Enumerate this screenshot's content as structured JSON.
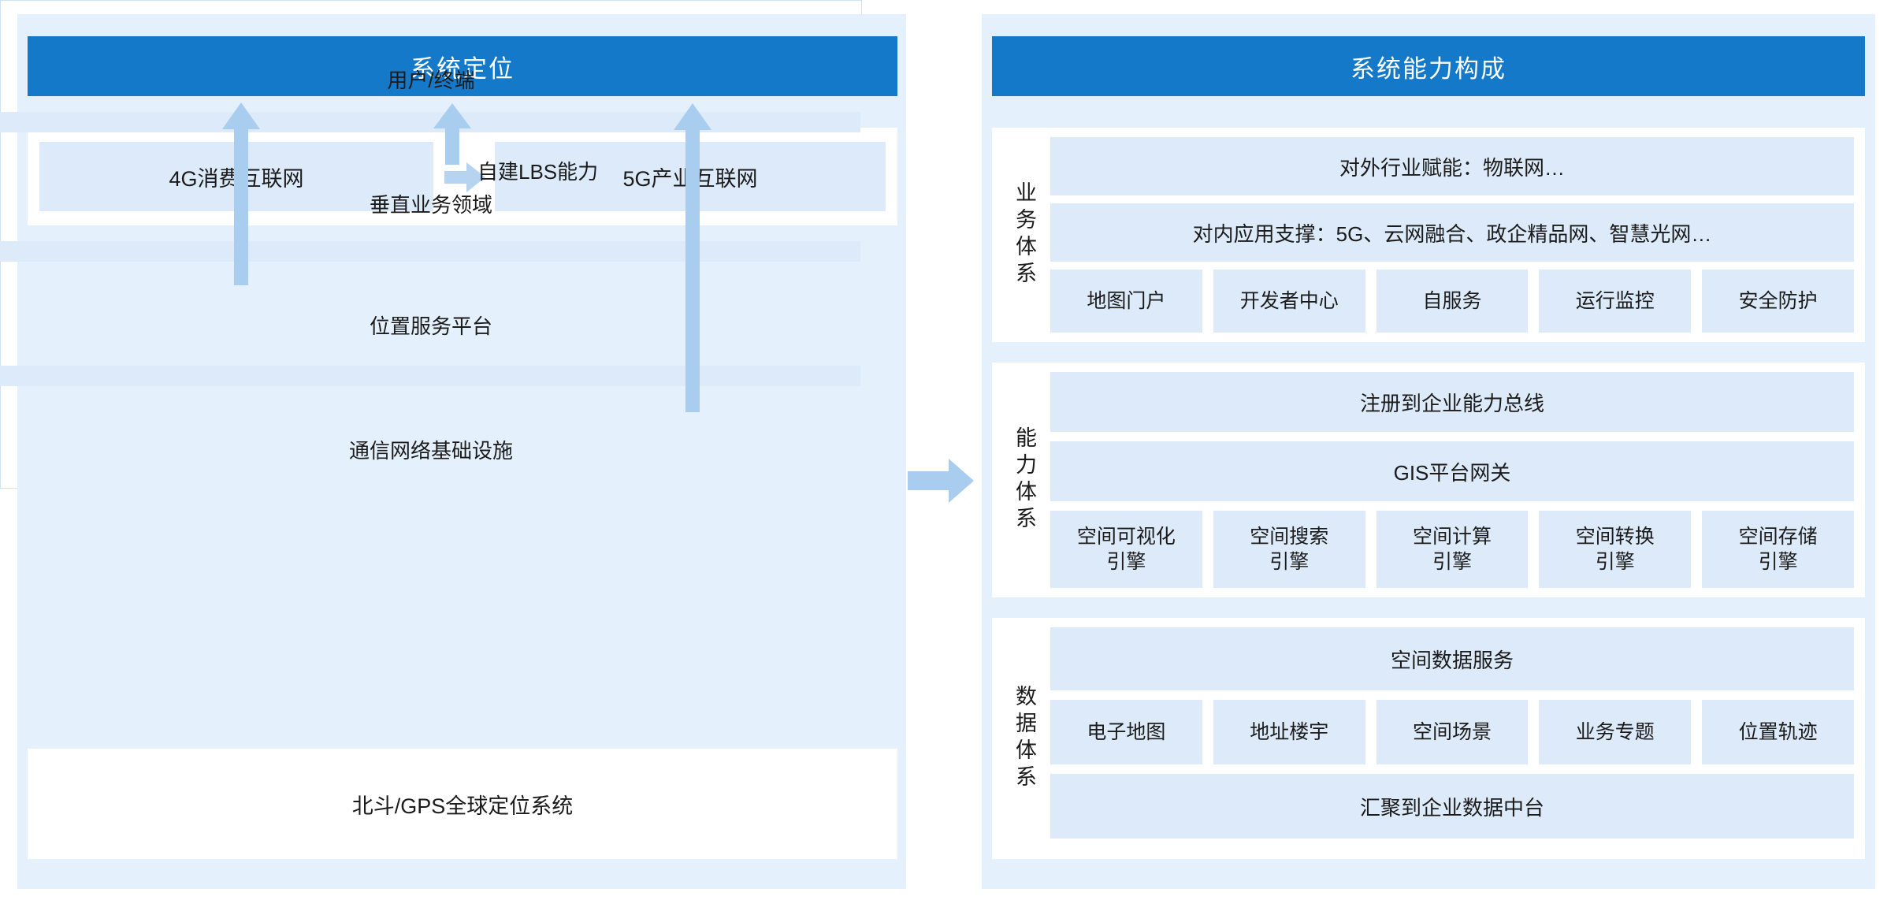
{
  "left": {
    "header_title": "系统定位",
    "era": {
      "from_label": "4G消费互联网",
      "to_label": "5G产业互联网",
      "arrow_icon": "arrow-right-icon"
    },
    "stack": {
      "user_terminal": "用户/终端",
      "self_built_lbs": "自建LBS能力",
      "vertical_domain": "垂直业务领域",
      "location_platform": "位置服务平台",
      "network_infra": "通信网络基础设施",
      "arrows": [
        {
          "name": "up-arrow-left",
          "icon": "arrow-up-icon"
        },
        {
          "name": "up-arrow-middle",
          "icon": "arrow-up-icon"
        },
        {
          "name": "up-arrow-right",
          "icon": "arrow-up-icon"
        }
      ]
    },
    "gps_system": "北斗/GPS全球定位系统"
  },
  "connector": {
    "icon": "arrow-right-icon"
  },
  "right": {
    "header_title": "系统能力构成",
    "sections": [
      {
        "label": "业务体系",
        "rows": [
          "对外行业赋能：物联网…",
          "对内应用支撑：5G、云网融合、政企精品网、智慧光网…"
        ],
        "chips": [
          "地图门户",
          "开发者中心",
          "自服务",
          "运行监控",
          "安全防护"
        ]
      },
      {
        "label": "能力体系",
        "rows": [
          "注册到企业能力总线",
          "GIS平台网关"
        ],
        "chips": [
          "空间可视化\n引擎",
          "空间搜索\n引擎",
          "空间计算\n引擎",
          "空间转换\n引擎",
          "空间存储\n引擎"
        ]
      },
      {
        "label": "数据体系",
        "rows": [
          "空间数据服务",
          "汇聚到企业数据中台"
        ],
        "chips": [
          "电子地图",
          "地址楼宇",
          "空间场景",
          "业务专题",
          "位置轨迹"
        ]
      }
    ]
  },
  "colors": {
    "header_blue": "#1579c9",
    "panel_bg": "#e4f0fc",
    "box_blue": "#dceaf9",
    "arrow_blue": "#a8cdee",
    "card_white": "#ffffff"
  }
}
